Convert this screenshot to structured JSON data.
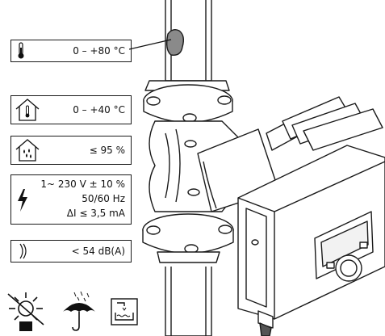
{
  "specs": {
    "fluid_temp": "0 – +80 °C",
    "ambient_temp": "0 – +40 °C",
    "humidity": "≤ 95 %",
    "voltage": "1~ 230 V ± 10 %",
    "frequency": "50/60 Hz",
    "leakage_current": "ΔI ≤ 3,5 mA",
    "noise": "< 54 dB(A)"
  },
  "icons": [
    "thermometer-icon",
    "house-thermometer-icon",
    "house-humidity-icon",
    "lightning-icon",
    "sound-wave-icon",
    "sun-protection-icon",
    "umbrella-rain-icon",
    "condensate-tray-icon"
  ]
}
